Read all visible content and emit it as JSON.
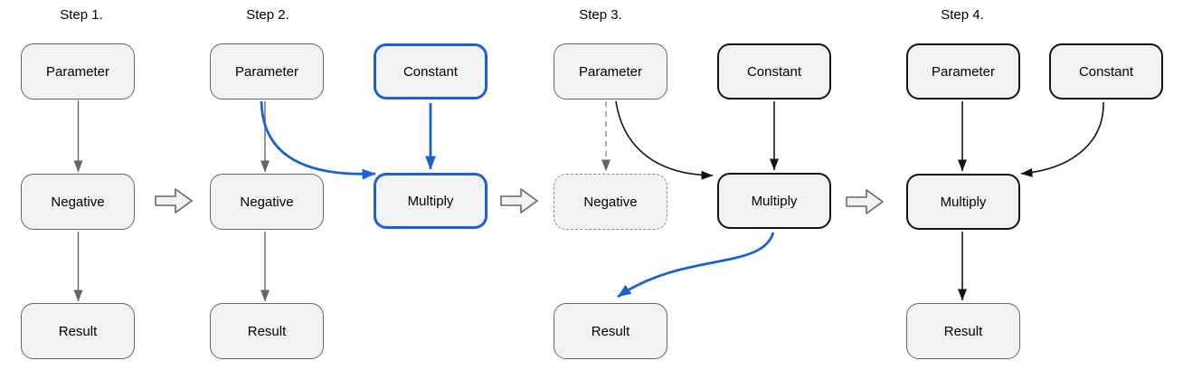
{
  "diagram": {
    "description": "Four-step graph rewrite sequence replacing a Negative node with a Constant-Multiply subgraph",
    "colors": {
      "highlight_blue": "#1e60cf",
      "node_fill": "#f2f2f2",
      "gray_stroke": "#666666",
      "black_stroke": "#141414",
      "dashed_gray": "#8c8c8c",
      "background": "#ffffff"
    },
    "transition_arrows": [
      {
        "name": "block-arrow-1",
        "glyph": "hollow right block arrow"
      },
      {
        "name": "block-arrow-2",
        "glyph": "hollow right block arrow"
      },
      {
        "name": "block-arrow-3",
        "glyph": "hollow right block arrow"
      }
    ]
  },
  "steps": [
    {
      "title": "Step 1.",
      "nodes": [
        {
          "label": "Parameter",
          "style": "gray"
        },
        {
          "label": "Negative",
          "style": "gray"
        },
        {
          "label": "Result",
          "style": "gray"
        }
      ],
      "edges": [
        {
          "from": "Parameter",
          "to": "Negative",
          "style": "gray-solid"
        },
        {
          "from": "Negative",
          "to": "Result",
          "style": "gray-solid"
        }
      ]
    },
    {
      "title": "Step 2.",
      "nodes": [
        {
          "label": "Parameter",
          "style": "gray"
        },
        {
          "label": "Constant",
          "style": "blue-highlight"
        },
        {
          "label": "Negative",
          "style": "gray"
        },
        {
          "label": "Multiply",
          "style": "blue-highlight"
        },
        {
          "label": "Result",
          "style": "gray"
        }
      ],
      "edges": [
        {
          "from": "Parameter",
          "to": "Negative",
          "style": "gray-solid"
        },
        {
          "from": "Parameter",
          "to": "Multiply",
          "style": "blue-curved"
        },
        {
          "from": "Constant",
          "to": "Multiply",
          "style": "blue-solid"
        },
        {
          "from": "Negative",
          "to": "Result",
          "style": "gray-solid"
        }
      ]
    },
    {
      "title": "Step 3.",
      "nodes": [
        {
          "label": "Parameter",
          "style": "gray"
        },
        {
          "label": "Constant",
          "style": "black"
        },
        {
          "label": "Negative",
          "style": "dashed-removed"
        },
        {
          "label": "Multiply",
          "style": "black"
        },
        {
          "label": "Result",
          "style": "gray"
        }
      ],
      "edges": [
        {
          "from": "Parameter",
          "to": "Negative",
          "style": "gray-dashed"
        },
        {
          "from": "Parameter",
          "to": "Multiply",
          "style": "black-curved"
        },
        {
          "from": "Constant",
          "to": "Multiply",
          "style": "black-solid"
        },
        {
          "from": "Multiply",
          "to": "Result",
          "style": "blue-curved"
        }
      ]
    },
    {
      "title": "Step 4.",
      "nodes": [
        {
          "label": "Parameter",
          "style": "black"
        },
        {
          "label": "Constant",
          "style": "black"
        },
        {
          "label": "Multiply",
          "style": "black"
        },
        {
          "label": "Result",
          "style": "gray"
        }
      ],
      "edges": [
        {
          "from": "Parameter",
          "to": "Multiply",
          "style": "black-solid"
        },
        {
          "from": "Constant",
          "to": "Multiply",
          "style": "black-curved"
        },
        {
          "from": "Multiply",
          "to": "Result",
          "style": "black-solid"
        }
      ]
    }
  ]
}
